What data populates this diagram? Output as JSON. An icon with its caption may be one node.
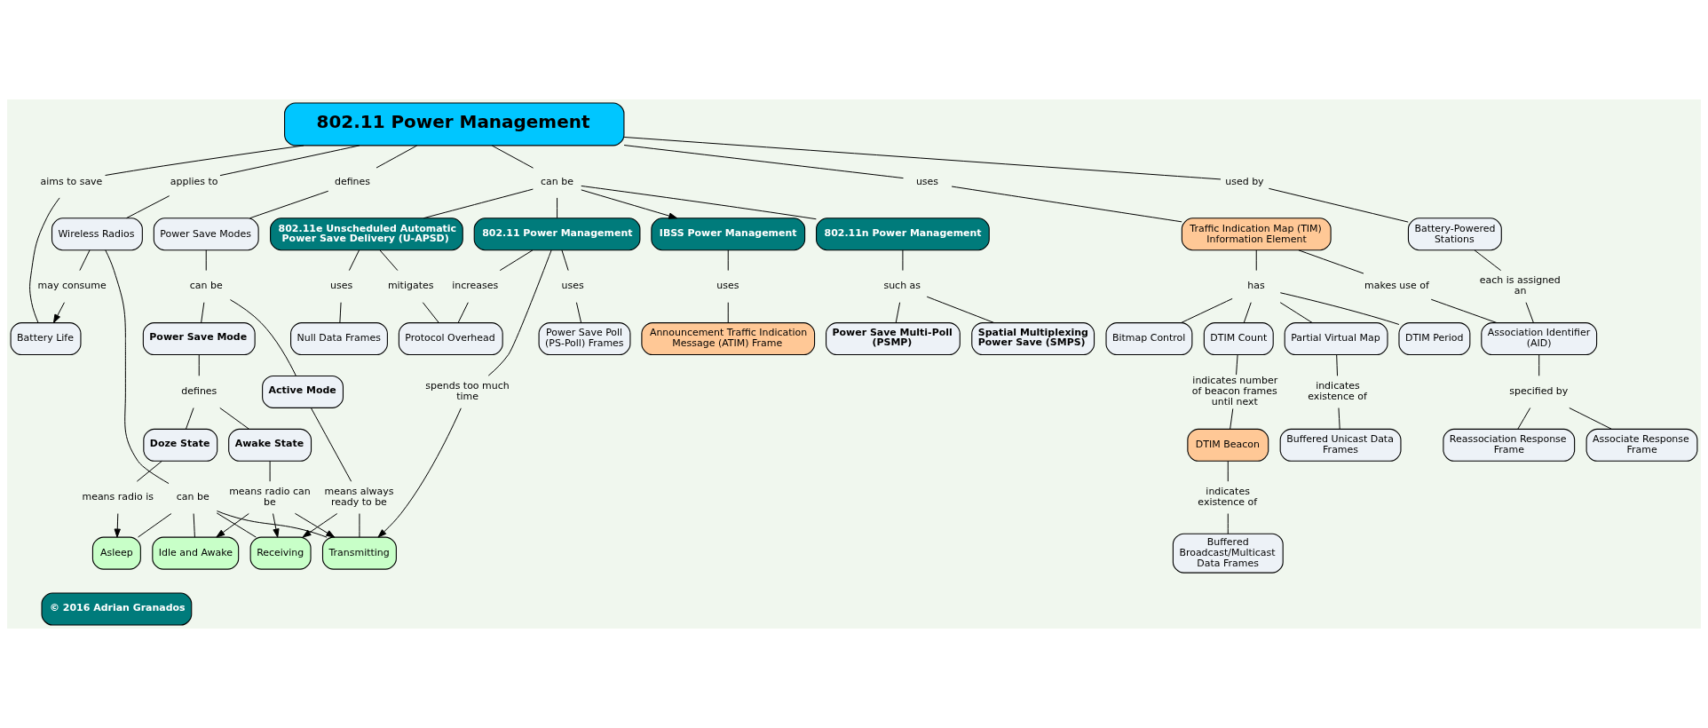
{
  "diagram": {
    "nodes": [
      {
        "text": [
          "802.11 Power Management"
        ]
      },
      {
        "text": [
          "aims to save"
        ]
      },
      {
        "text": [
          "can be"
        ]
      },
      {
        "text": [
          "applies to"
        ]
      },
      {
        "text": [
          "defines"
        ]
      },
      {
        "text": [
          "used by"
        ]
      },
      {
        "text": [
          "uses"
        ]
      },
      {
        "text": [
          "Battery Life"
        ]
      },
      {
        "text": [
          "Wireless Radios"
        ]
      },
      {
        "text": [
          "may consume"
        ]
      },
      {
        "text": [
          "802.11 Power Management"
        ]
      },
      {
        "text": [
          "IBSS Power Management"
        ]
      },
      {
        "text": [
          "Power Save Modes"
        ]
      },
      {
        "text": [
          "802.11e Unscheduled Automatic Power Save Delivery (U-APSD)"
        ]
      },
      {
        "text": [
          "Battery-Powered Stations"
        ]
      },
      {
        "text": [
          "Traffic Indication Map (TIM) Information Element"
        ]
      },
      {
        "text": [
          "can be"
        ]
      },
      {
        "text": [
          "uses"
        ]
      },
      {
        "text": [
          "802.11n Power Management"
        ]
      },
      {
        "text": [
          "can be"
        ]
      },
      {
        "text": [
          "Active Mode"
        ]
      },
      {
        "text": [
          "increases"
        ]
      },
      {
        "text": [
          "mitigates"
        ]
      },
      {
        "text": [
          "uses"
        ]
      },
      {
        "text": [
          "uses"
        ]
      },
      {
        "text": [
          "Power Save Mode"
        ]
      },
      {
        "text": [
          "makes use of"
        ]
      },
      {
        "text": [
          "each is assigned an"
        ]
      },
      {
        "text": [
          "means always ready to be"
        ]
      },
      {
        "text": [
          "has"
        ]
      },
      {
        "text": [
          "such as"
        ]
      },
      {
        "text": [
          "Power Save Poll (PS-Poll) Frames"
        ]
      },
      {
        "text": [
          "Announcement Traffic Indication Message (ATIM) Frame"
        ]
      },
      {
        "text": [
          "Null Data Frames"
        ]
      },
      {
        "text": [
          "Protocol Overhead"
        ]
      },
      {
        "text": [
          "Asleep"
        ]
      },
      {
        "text": [
          "defines"
        ]
      },
      {
        "text": [
          "Idle and Awake"
        ]
      },
      {
        "text": [
          "Receiving"
        ]
      },
      {
        "text": [
          "DTIM Count"
        ]
      },
      {
        "text": [
          "Partial Virtual Map"
        ]
      },
      {
        "text": [
          "Association Identifier (AID)"
        ]
      },
      {
        "text": [
          "Transmitting"
        ]
      },
      {
        "text": [
          "Power Save Multi-Poll (PSMP)"
        ]
      },
      {
        "text": [
          "Spatial Multiplexing Power Save (SMPS)"
        ]
      },
      {
        "text": [
          "DTIM Period"
        ]
      },
      {
        "text": [
          "Awake State"
        ]
      },
      {
        "text": [
          "Doze State"
        ]
      },
      {
        "text": [
          "means radio can be"
        ]
      },
      {
        "text": [
          "indicates existence of"
        ]
      },
      {
        "text": [
          "Bitmap Control"
        ]
      },
      {
        "text": [
          "specified by"
        ]
      },
      {
        "text": [
          "indicates number of beacon frames until next"
        ]
      },
      {
        "text": [
          "means radio is"
        ]
      },
      {
        "text": [
          "Associate Response Frame"
        ]
      },
      {
        "text": [
          "DTIM Beacon"
        ]
      },
      {
        "text": [
          "Buffered Unicast Data Frames"
        ]
      },
      {
        "text": [
          "Reassociation Response Frame"
        ]
      },
      {
        "text": [
          "indicates existence of"
        ]
      },
      {
        "text": [
          "© 2016 Adrian Granados"
        ]
      },
      {
        "text": [
          "Buffered Broadcast/Multicast Data Frames"
        ]
      },
      {
        "text": [
          "spends too much time"
        ]
      }
    ],
    "edges": [
      {
        "from": 0,
        "to": 1,
        "arrow": "none"
      },
      {
        "from": 1,
        "to": 7,
        "arrow": "none"
      },
      {
        "from": 0,
        "to": 3,
        "arrow": "none"
      },
      {
        "from": 3,
        "to": 8,
        "arrow": "none"
      },
      {
        "from": 0,
        "to": 4,
        "arrow": "none"
      },
      {
        "from": 4,
        "to": 12,
        "arrow": "none"
      },
      {
        "from": 0,
        "to": 5,
        "arrow": "none"
      },
      {
        "from": 5,
        "to": 14,
        "arrow": "none"
      },
      {
        "from": 0,
        "to": 6,
        "arrow": "none"
      },
      {
        "from": 6,
        "to": 15,
        "arrow": "none"
      },
      {
        "from": 0,
        "to": 2,
        "arrow": "none"
      },
      {
        "from": 2,
        "to": 10,
        "arrow": "none"
      },
      {
        "from": 2,
        "to": 13,
        "arrow": "none"
      },
      {
        "from": 2,
        "to": 18,
        "arrow": "none"
      },
      {
        "from": 2,
        "to": 11,
        "arrow": "to"
      },
      {
        "from": 8,
        "to": 9,
        "arrow": "none"
      },
      {
        "from": 9,
        "to": 7,
        "arrow": "to"
      },
      {
        "from": 8,
        "to": 19,
        "arrow": "none"
      },
      {
        "from": 19,
        "to": 35,
        "arrow": "none"
      },
      {
        "from": 19,
        "to": 37,
        "arrow": "none"
      },
      {
        "from": 19,
        "to": 38,
        "arrow": "none"
      },
      {
        "from": 19,
        "to": 42,
        "arrow": "none"
      },
      {
        "from": 12,
        "to": 16,
        "arrow": "none"
      },
      {
        "from": 16,
        "to": 20,
        "arrow": "none"
      },
      {
        "from": 16,
        "to": 25,
        "arrow": "none"
      },
      {
        "from": 20,
        "to": 28,
        "arrow": "none"
      },
      {
        "from": 28,
        "to": 38,
        "arrow": "to"
      },
      {
        "from": 28,
        "to": 42,
        "arrow": "none"
      },
      {
        "from": 25,
        "to": 36,
        "arrow": "none"
      },
      {
        "from": 36,
        "to": 46,
        "arrow": "none"
      },
      {
        "from": 36,
        "to": 47,
        "arrow": "none"
      },
      {
        "from": 46,
        "to": 48,
        "arrow": "none"
      },
      {
        "from": 48,
        "to": 37,
        "arrow": "to"
      },
      {
        "from": 48,
        "to": 38,
        "arrow": "to"
      },
      {
        "from": 48,
        "to": 42,
        "arrow": "to"
      },
      {
        "from": 47,
        "to": 53,
        "arrow": "none"
      },
      {
        "from": 53,
        "to": 35,
        "arrow": "to"
      },
      {
        "from": 10,
        "to": 17,
        "arrow": "none"
      },
      {
        "from": 17,
        "to": 31,
        "arrow": "none"
      },
      {
        "from": 10,
        "to": 21,
        "arrow": "none"
      },
      {
        "from": 21,
        "to": 34,
        "arrow": "none"
      },
      {
        "from": 10,
        "to": 61,
        "arrow": "none"
      },
      {
        "from": 61,
        "to": 42,
        "arrow": "to"
      },
      {
        "from": 13,
        "to": 22,
        "arrow": "none"
      },
      {
        "from": 22,
        "to": 34,
        "arrow": "none"
      },
      {
        "from": 13,
        "to": 23,
        "arrow": "none"
      },
      {
        "from": 23,
        "to": 33,
        "arrow": "none"
      },
      {
        "from": 18,
        "to": 30,
        "arrow": "none"
      },
      {
        "from": 30,
        "to": 43,
        "arrow": "none"
      },
      {
        "from": 30,
        "to": 44,
        "arrow": "none"
      },
      {
        "from": 11,
        "to": 24,
        "arrow": "none"
      },
      {
        "from": 24,
        "to": 32,
        "arrow": "none"
      },
      {
        "from": 14,
        "to": 27,
        "arrow": "none"
      },
      {
        "from": 27,
        "to": 41,
        "arrow": "none"
      },
      {
        "from": 15,
        "to": 26,
        "arrow": "none"
      },
      {
        "from": 26,
        "to": 41,
        "arrow": "none"
      },
      {
        "from": 15,
        "to": 29,
        "arrow": "none"
      },
      {
        "from": 29,
        "to": 39,
        "arrow": "none"
      },
      {
        "from": 29,
        "to": 45,
        "arrow": "none"
      },
      {
        "from": 29,
        "to": 50,
        "arrow": "none"
      },
      {
        "from": 29,
        "to": 40,
        "arrow": "none"
      },
      {
        "from": 41,
        "to": 51,
        "arrow": "none"
      },
      {
        "from": 51,
        "to": 54,
        "arrow": "none"
      },
      {
        "from": 51,
        "to": 57,
        "arrow": "none"
      },
      {
        "from": 39,
        "to": 52,
        "arrow": "none"
      },
      {
        "from": 52,
        "to": 55,
        "arrow": "none"
      },
      {
        "from": 55,
        "to": 58,
        "arrow": "none"
      },
      {
        "from": 58,
        "to": 60,
        "arrow": "none"
      },
      {
        "from": 40,
        "to": 49,
        "arrow": "none"
      },
      {
        "from": 49,
        "to": 56,
        "arrow": "none"
      }
    ]
  }
}
